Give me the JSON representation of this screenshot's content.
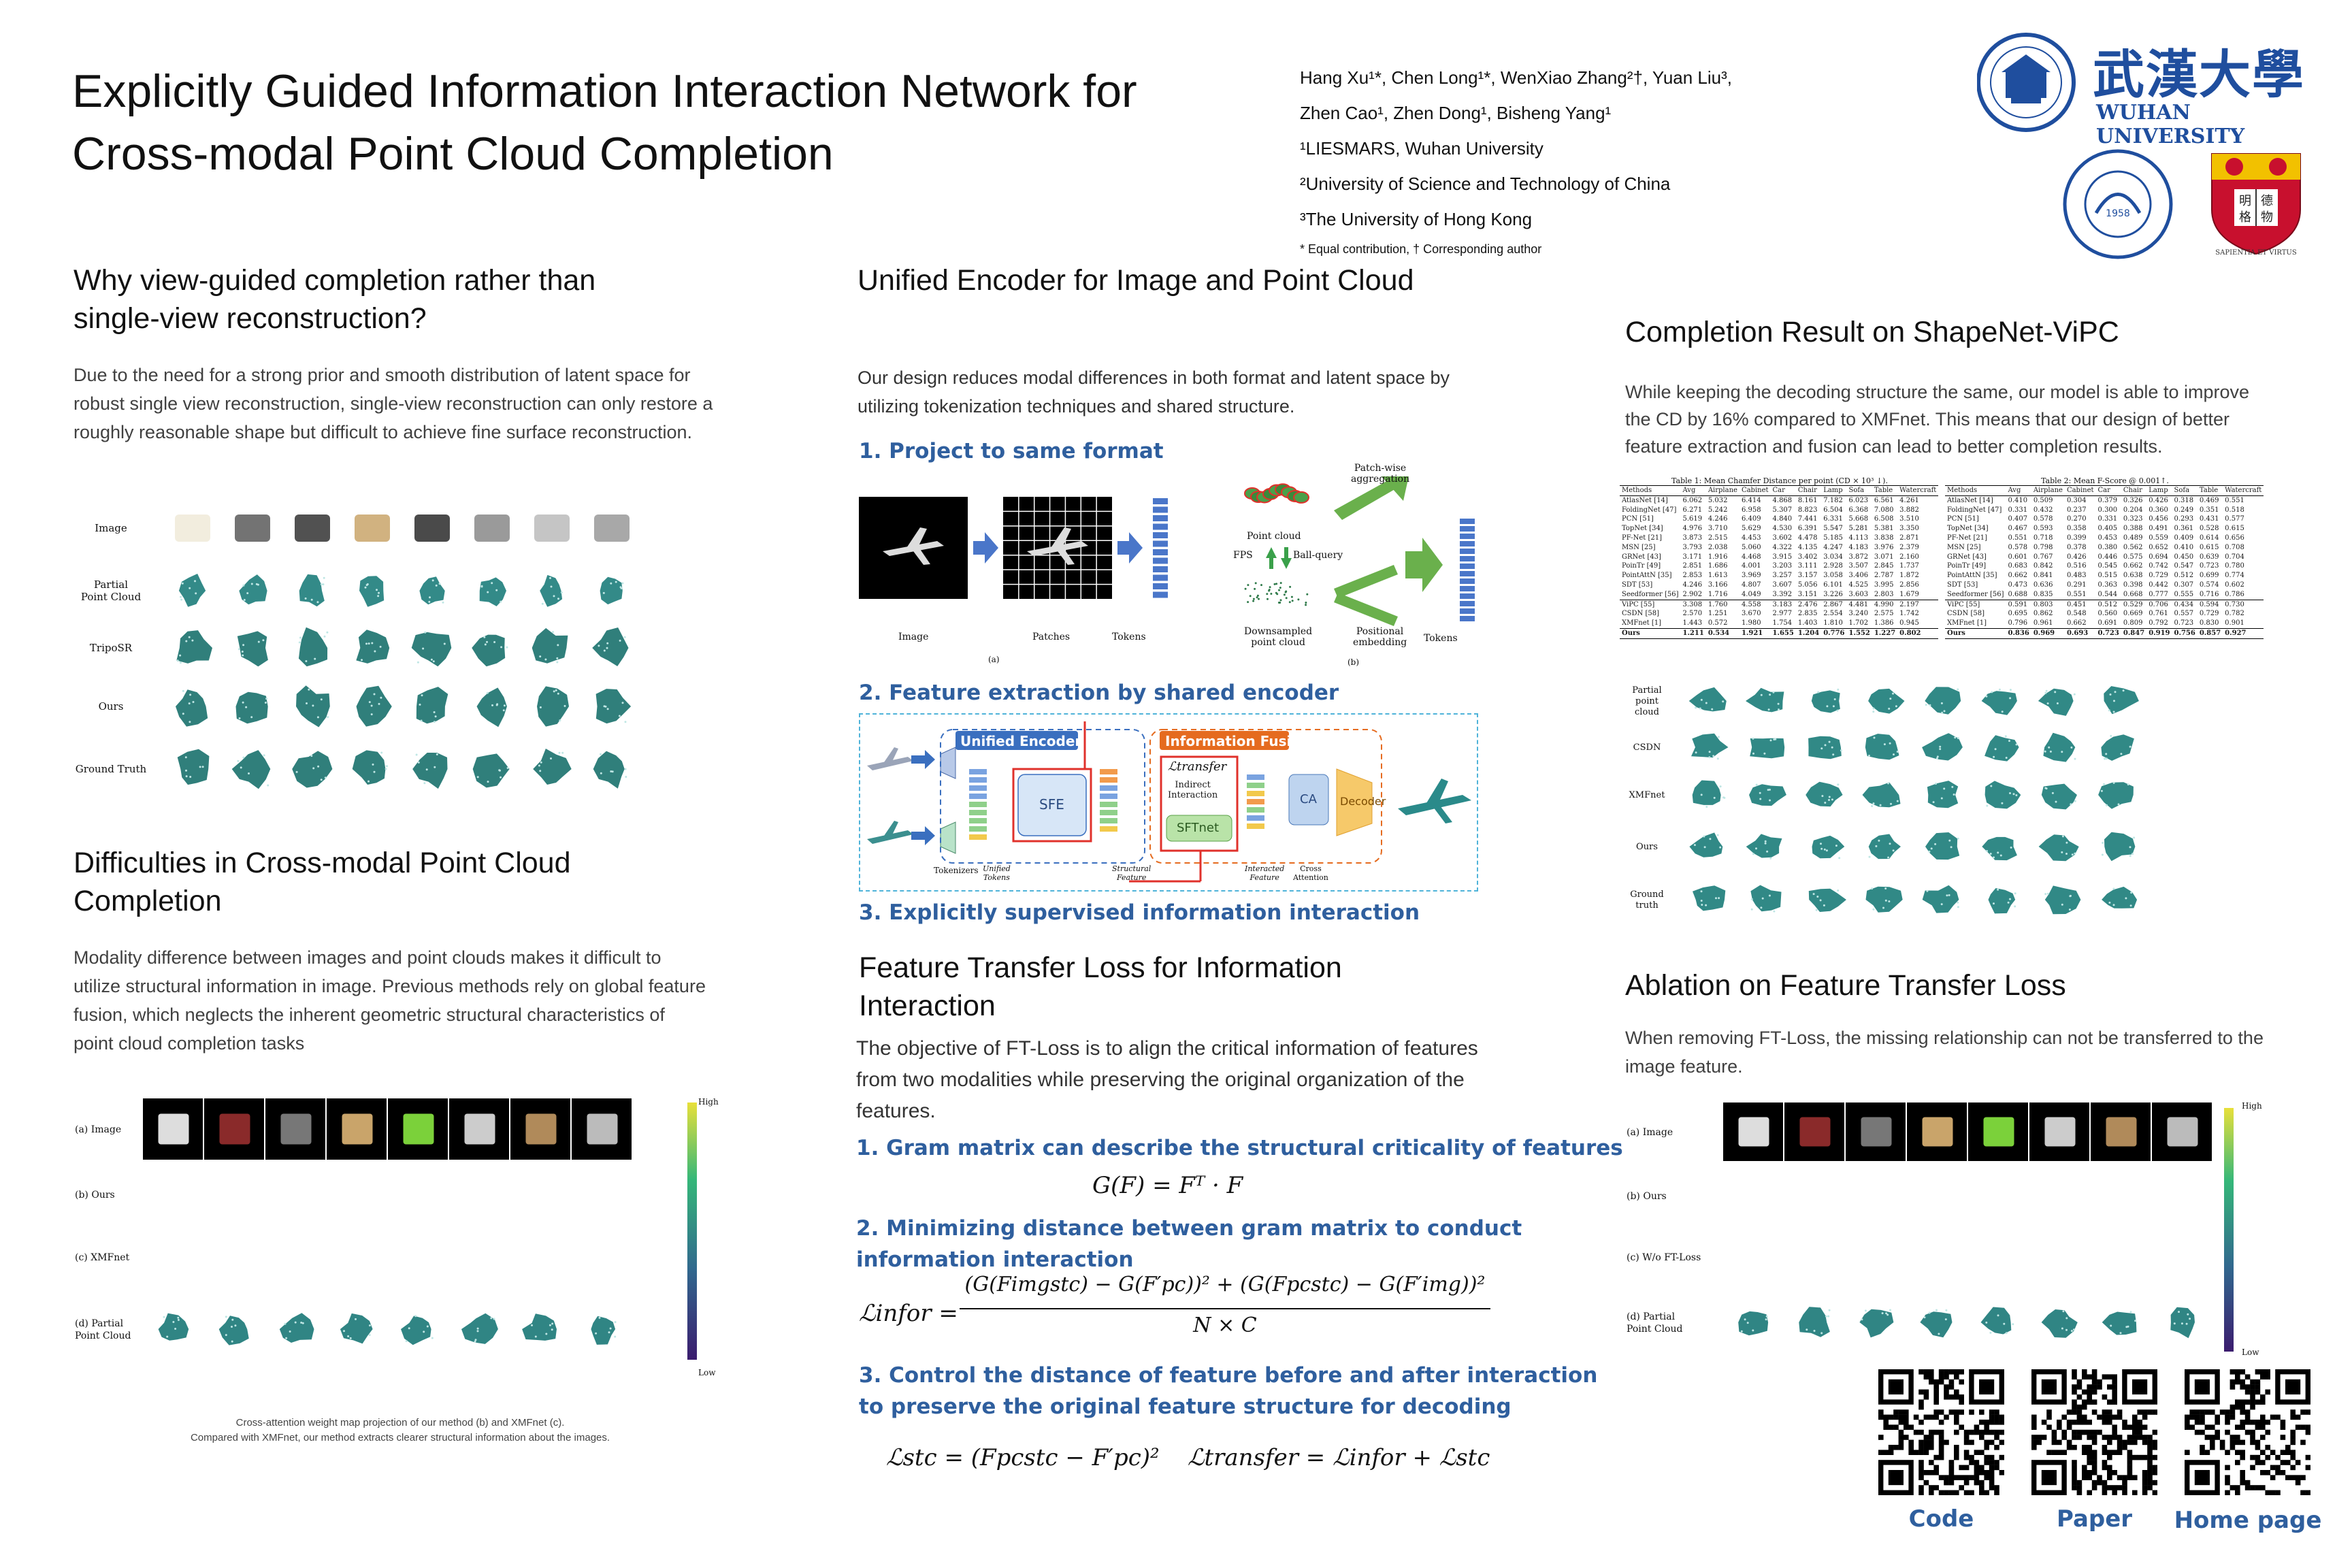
{
  "title": {
    "line1": "Explicitly Guided Information Interaction Network for",
    "line2": "Cross-modal Point Cloud Completion"
  },
  "authors": {
    "line1": "Hang Xu¹*,  Chen Long¹*,  WenXiao Zhang²†,  Yuan Liu³,",
    "line2": "Zhen Cao¹,  Zhen Dong¹,  Bisheng Yang¹",
    "aff1": "¹LIESMARS,  Wuhan University",
    "aff2": "²University of Science and Technology of China",
    "aff3": "³The University of Hong Kong",
    "note": "* Equal contribution, † Corresponding author"
  },
  "logos": {
    "whu_text": "WUHAN UNIVERSITY",
    "whu_chinese": "武漢大學",
    "hku_motto": "SAPIENTIA ET VIRTUS",
    "ustc_year": "1958"
  },
  "sections": {
    "why": {
      "title1": "Why view-guided completion rather than",
      "title2": "single-view reconstruction?",
      "text": "Due to the need for a strong prior and smooth distribution of latent space for robust single view reconstruction, single-view reconstruction can only restore a roughly reasonable shape but difficult to achieve fine surface reconstruction.",
      "rows": [
        "Image",
        "Partial\nPoint Cloud",
        "TripoSR",
        "Ours",
        "Ground Truth"
      ]
    },
    "difficulties": {
      "title1": "Difficulties in Cross-modal Point Cloud",
      "title2": "Completion",
      "text": "Modality difference between images and point clouds makes it difficult to utilize structural information in image. Previous methods rely on global feature fusion, which neglects the inherent geometric structural characteristics of point cloud completion tasks",
      "rows": [
        "(a) Image",
        "(b) Ours",
        "(c) XMFnet",
        "(d) Partial\nPoint Cloud"
      ],
      "colorbar_high": "High",
      "colorbar_low": "Low",
      "caption1": "Cross-attention  weight  map  projection  of  our  method  (b) and  XMFnet  (c).",
      "caption2": "Compared  with  XMFnet,  our  method  extracts  clearer  structural  information  about  the  images."
    },
    "encoder": {
      "title": "Unified Encoder for Image and Point Cloud",
      "text": "Our design reduces modal differences in both format and latent space by utilizing tokenization techniques and shared structure.",
      "step1": "1. Project to same format",
      "step2": "2. Feature extraction by shared encoder",
      "step3": "3. Explicitly supervised information interaction",
      "fig_a_labels": [
        "Image",
        "Patches",
        "Tokens"
      ],
      "fig_a_caption": "(a)",
      "fig_b_labels": {
        "patchwise": "Patch-wise\naggregation",
        "pc": "Point cloud",
        "fps": "FPS",
        "ballq": "Ball-query",
        "down": "Downsampled\npoint cloud",
        "pos": "Positional\nembedding",
        "tokens": "Tokens"
      },
      "fig_b_caption": "(b)",
      "arch": {
        "unified_encoder": "Unified Encoder",
        "info_fusion": "Information Fusion",
        "sfe": "SFE",
        "ltransfer": "ℒtransfer",
        "indirect": "Indirect\nInteraction",
        "sftnet": "SFTnet",
        "ca": "CA",
        "decoder": "Decoder",
        "tokenizers": "Tokenizers",
        "unified_tokens": "Unified\nTokens",
        "structural_feature": "Structural\nFeature",
        "interacted_feature": "Interacted\nFeature",
        "cross_attention": "Cross\nAttention"
      }
    },
    "ftloss": {
      "title1": "Feature Transfer Loss for Information",
      "title2": "Interaction",
      "text": "The objective of FT-Loss is to align the critical information of features from two modalities while preserving the original organization of the features.",
      "point1": "1. Gram matrix can describe the structural criticality of features",
      "point2a": "2. Minimizing distance between gram matrix to conduct",
      "point2b": "information interaction",
      "point3a": "3. Control the distance of feature before and after interaction",
      "point3b": "to preserve the original feature structure for decoding",
      "eq1": "G(F) = Fᵀ · F",
      "eq2_lhs": "ℒinfor =",
      "eq2_num": "(G(Fimgstc) − G(F′pc))² + (G(Fpcstc) − G(F′img))²",
      "eq2_den": "N × C",
      "eq3a": "ℒstc = (Fpcstc − F′pc)²",
      "eq3b": "ℒtransfer = ℒinfor + ℒstc"
    },
    "results": {
      "title": "Completion Result on ShapeNet-ViPC",
      "text": "While keeping the decoding structure the same, our model is able to improve the CD by 16% compared to XMFnet. This means that our design of better feature extraction and fusion can lead to better completion results.",
      "table1_caption": "Table 1: Mean Chamfer Distance per point (CD × 10³ ↓).",
      "table2_caption": "Table 2: Mean F-Score @ 0.001↑.",
      "columns1": [
        "Methods",
        "Avg",
        "Airplane",
        "Cabinet",
        "Car",
        "Chair",
        "Lamp",
        "Sofa",
        "Table",
        "Watercraft"
      ],
      "rows1": [
        [
          "AtlasNet [14]",
          "6.062",
          "5.032",
          "6.414",
          "4.868",
          "8.161",
          "7.182",
          "6.023",
          "6.561",
          "4.261"
        ],
        [
          "FoldingNet [47]",
          "6.271",
          "5.242",
          "6.958",
          "5.307",
          "8.823",
          "6.504",
          "6.368",
          "7.080",
          "3.882"
        ],
        [
          "PCN [51]",
          "5.619",
          "4.246",
          "6.409",
          "4.840",
          "7.441",
          "6.331",
          "5.668",
          "6.508",
          "3.510"
        ],
        [
          "TopNet [34]",
          "4.976",
          "3.710",
          "5.629",
          "4.530",
          "6.391",
          "5.547",
          "5.281",
          "5.381",
          "3.350"
        ],
        [
          "PF-Net [21]",
          "3.873",
          "2.515",
          "4.453",
          "3.602",
          "4.478",
          "5.185",
          "4.113",
          "3.838",
          "2.871"
        ],
        [
          "MSN [25]",
          "3.793",
          "2.038",
          "5.060",
          "4.322",
          "4.135",
          "4.247",
          "4.183",
          "3.976",
          "2.379"
        ],
        [
          "GRNet [43]",
          "3.171",
          "1.916",
          "4.468",
          "3.915",
          "3.402",
          "3.034",
          "3.872",
          "3.071",
          "2.160"
        ],
        [
          "PoinTr [49]",
          "2.851",
          "1.686",
          "4.001",
          "3.203",
          "3.111",
          "2.928",
          "3.507",
          "2.845",
          "1.737"
        ],
        [
          "PointAttN [35]",
          "2.853",
          "1.613",
          "3.969",
          "3.257",
          "3.157",
          "3.058",
          "3.406",
          "2.787",
          "1.872"
        ],
        [
          "SDT [53]",
          "4.246",
          "3.166",
          "4.807",
          "3.607",
          "5.056",
          "6.101",
          "4.525",
          "3.995",
          "2.856"
        ],
        [
          "Seedformer [56]",
          "2.902",
          "1.716",
          "4.049",
          "3.392",
          "3.151",
          "3.226",
          "3.603",
          "2.803",
          "1.679"
        ],
        [
          "ViPC [55]",
          "3.308",
          "1.760",
          "4.558",
          "3.183",
          "2.476",
          "2.867",
          "4.481",
          "4.990",
          "2.197"
        ],
        [
          "CSDN [58]",
          "2.570",
          "1.251",
          "3.670",
          "2.977",
          "2.835",
          "2.554",
          "3.240",
          "2.575",
          "1.742"
        ],
        [
          "XMFnet [1]",
          "1.443",
          "0.572",
          "1.980",
          "1.754",
          "1.403",
          "1.810",
          "1.702",
          "1.386",
          "0.945"
        ],
        [
          "Ours",
          "1.211",
          "0.534",
          "1.921",
          "1.655",
          "1.204",
          "0.776",
          "1.552",
          "1.227",
          "0.802"
        ]
      ],
      "columns2": [
        "Methods",
        "Avg",
        "Airplane",
        "Cabinet",
        "Car",
        "Chair",
        "Lamp",
        "Sofa",
        "Table",
        "Watercraft"
      ],
      "rows2": [
        [
          "AtlasNet [14]",
          "0.410",
          "0.509",
          "0.304",
          "0.379",
          "0.326",
          "0.426",
          "0.318",
          "0.469",
          "0.551"
        ],
        [
          "FoldingNet [47]",
          "0.331",
          "0.432",
          "0.237",
          "0.300",
          "0.204",
          "0.360",
          "0.249",
          "0.351",
          "0.518"
        ],
        [
          "PCN [51]",
          "0.407",
          "0.578",
          "0.270",
          "0.331",
          "0.323",
          "0.456",
          "0.293",
          "0.431",
          "0.577"
        ],
        [
          "TopNet [34]",
          "0.467",
          "0.593",
          "0.358",
          "0.405",
          "0.388",
          "0.491",
          "0.361",
          "0.528",
          "0.615"
        ],
        [
          "PF-Net [21]",
          "0.551",
          "0.718",
          "0.399",
          "0.453",
          "0.489",
          "0.559",
          "0.409",
          "0.614",
          "0.656"
        ],
        [
          "MSN [25]",
          "0.578",
          "0.798",
          "0.378",
          "0.380",
          "0.562",
          "0.652",
          "0.410",
          "0.615",
          "0.708"
        ],
        [
          "GRNet [43]",
          "0.601",
          "0.767",
          "0.426",
          "0.446",
          "0.575",
          "0.694",
          "0.450",
          "0.639",
          "0.704"
        ],
        [
          "PoinTr [49]",
          "0.683",
          "0.842",
          "0.516",
          "0.545",
          "0.662",
          "0.742",
          "0.547",
          "0.723",
          "0.780"
        ],
        [
          "PointAttN [35]",
          "0.662",
          "0.841",
          "0.483",
          "0.515",
          "0.638",
          "0.729",
          "0.512",
          "0.699",
          "0.774"
        ],
        [
          "SDT [53]",
          "0.473",
          "0.636",
          "0.291",
          "0.363",
          "0.398",
          "0.442",
          "0.307",
          "0.574",
          "0.602"
        ],
        [
          "Seedformer [56]",
          "0.688",
          "0.835",
          "0.551",
          "0.544",
          "0.668",
          "0.777",
          "0.555",
          "0.716",
          "0.786"
        ],
        [
          "ViPC [55]",
          "0.591",
          "0.803",
          "0.451",
          "0.512",
          "0.529",
          "0.706",
          "0.434",
          "0.594",
          "0.730"
        ],
        [
          "CSDN [58]",
          "0.695",
          "0.862",
          "0.548",
          "0.560",
          "0.669",
          "0.761",
          "0.557",
          "0.729",
          "0.782"
        ],
        [
          "XMFnet [1]",
          "0.796",
          "0.961",
          "0.662",
          "0.691",
          "0.809",
          "0.792",
          "0.723",
          "0.830",
          "0.901"
        ],
        [
          "Ours",
          "0.836",
          "0.969",
          "0.693",
          "0.723",
          "0.847",
          "0.919",
          "0.756",
          "0.857",
          "0.927"
        ]
      ],
      "vis_rows": [
        "Partial\npoint\ncloud",
        "CSDN",
        "XMFnet",
        "Ours",
        "Ground\ntruth"
      ]
    },
    "ablation": {
      "title": "Ablation on Feature Transfer Loss",
      "text": "When removing FT-Loss, the missing relationship can not be transferred to the image feature.",
      "rows": [
        "(a) Image",
        "(b) Ours",
        "(c) W/o FT-Loss",
        "(d) Partial\nPoint Cloud"
      ],
      "colorbar_high": "High",
      "colorbar_low": "Low"
    }
  },
  "qr": {
    "code": "Code",
    "paper": "Paper",
    "home": "Home page"
  },
  "colors": {
    "accent_blue": "#2f5f9e",
    "teal": "#1e7b7a",
    "heat_low": "#3b1c6e",
    "heat_high": "#e8e03a"
  }
}
